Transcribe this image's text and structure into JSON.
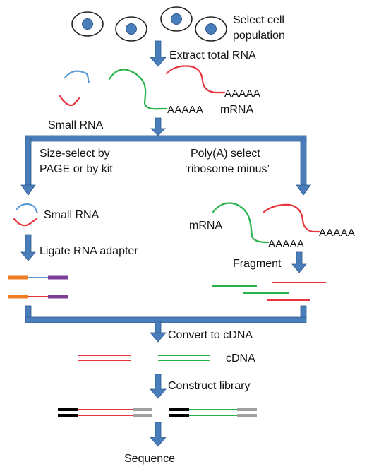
{
  "colors": {
    "arrow": "#4a7ebb",
    "arrow_edge": "#2f5a8f",
    "cell_fill": "#4a7ebb",
    "red": "#e8343c",
    "green": "#2ab24a",
    "blue": "#5b9bd5",
    "orange": "#ef7d22",
    "purple": "#7b3f98",
    "black": "#000000",
    "gray": "#a0a0a0"
  },
  "labels": {
    "select_cell": [
      "Select cell",
      "population"
    ],
    "extract_rna": "Extract total RNA",
    "polya_red_top": "AAAAA",
    "polya_green_top": "AAAAA",
    "mrna_top": "mRNA",
    "small_rna_top": "Small RNA",
    "size_select": [
      "Size-select by",
      "PAGE or by kit"
    ],
    "polya_select": [
      "Poly(A) select",
      "‘ribosome minus’"
    ],
    "small_rna_left": "Small RNA",
    "ligate_adapter": "Ligate RNA adapter",
    "mrna_right": "mRNA",
    "polya_green_right": "AAAAA",
    "polya_red_right": "AAAAA",
    "fragment": "Fragment",
    "convert_cdna": "Convert to cDNA",
    "cdna": "cDNA",
    "construct_library": "Construct library",
    "sequence": "Sequence"
  }
}
